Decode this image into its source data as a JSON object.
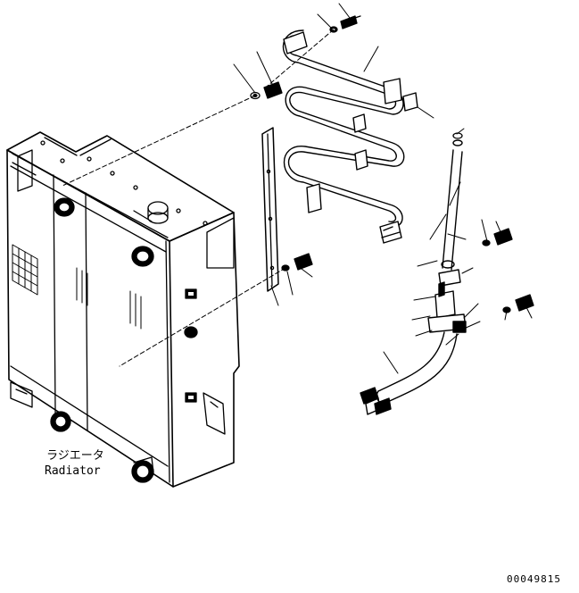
{
  "labels": {
    "part_name_jp": "ラジエータ",
    "part_name_en": "Radiator",
    "drawing_number": "00049815"
  },
  "colors": {
    "line": "#000000",
    "background": "#ffffff"
  }
}
